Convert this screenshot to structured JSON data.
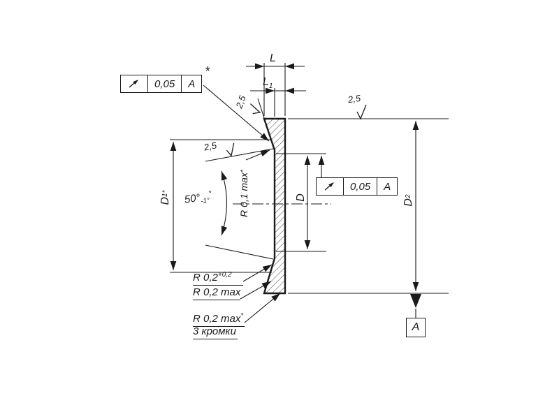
{
  "drawing": {
    "frames": {
      "top": {
        "symbol": "radial-runout-arrow",
        "tolerance": "0,05",
        "datum": "A",
        "star": "*"
      },
      "right": {
        "symbol": "radial-runout-arrow",
        "tolerance": "0,05",
        "datum": "A"
      }
    },
    "dimensions": {
      "L": {
        "base": "L"
      },
      "L1": {
        "base": "L",
        "sub": "1"
      },
      "D": {
        "base": "D"
      },
      "D1": {
        "base": "D",
        "sub": "1",
        "star": "*"
      },
      "D2": {
        "base": "D",
        "sub": "2"
      }
    },
    "angle": {
      "value": "50°",
      "tolerance": "-1°",
      "star": "*"
    },
    "roughness": {
      "cone_edge": "2,5",
      "cone_face": "2,5",
      "right_face": "2,5"
    },
    "radii": {
      "r01": {
        "text": "R 0,1 max",
        "star": "*"
      },
      "r02_tol": {
        "text": "R 0,2",
        "sup": "+0,2"
      },
      "r02_max": {
        "text": "R 0,2 max"
      },
      "r02_max_star": {
        "text": "R 0,2 max",
        "star": "*",
        "note": "3 кромки"
      }
    },
    "datum": {
      "label": "A"
    }
  }
}
